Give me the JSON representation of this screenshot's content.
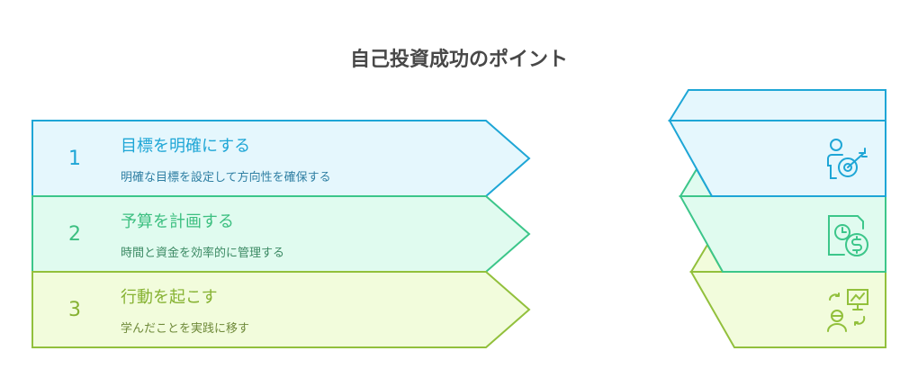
{
  "title": "自己投資成功のポイント",
  "steps": [
    {
      "number": "1",
      "heading": "目標を明確にする",
      "description": "明確な目標を設定して方向性を確保する",
      "icon": "person-target-icon",
      "stroke": "#1ea6d6",
      "fill": "#e5f7fd",
      "text": "#1ea6d6",
      "desc_color": "#2f7fa3"
    },
    {
      "number": "2",
      "heading": "予算を計画する",
      "description": "時間と資金を効率的に管理する",
      "icon": "clock-money-document-icon",
      "stroke": "#3cc68a",
      "fill": "#e0fbef",
      "text": "#3cbf80",
      "desc_color": "#3c8a64"
    },
    {
      "number": "3",
      "heading": "行動を起こす",
      "description": "学んだことを実践に移す",
      "icon": "person-presentation-cycle-icon",
      "stroke": "#92c03c",
      "fill": "#f2fcdc",
      "text": "#86b232",
      "desc_color": "#6f8a3a"
    }
  ]
}
